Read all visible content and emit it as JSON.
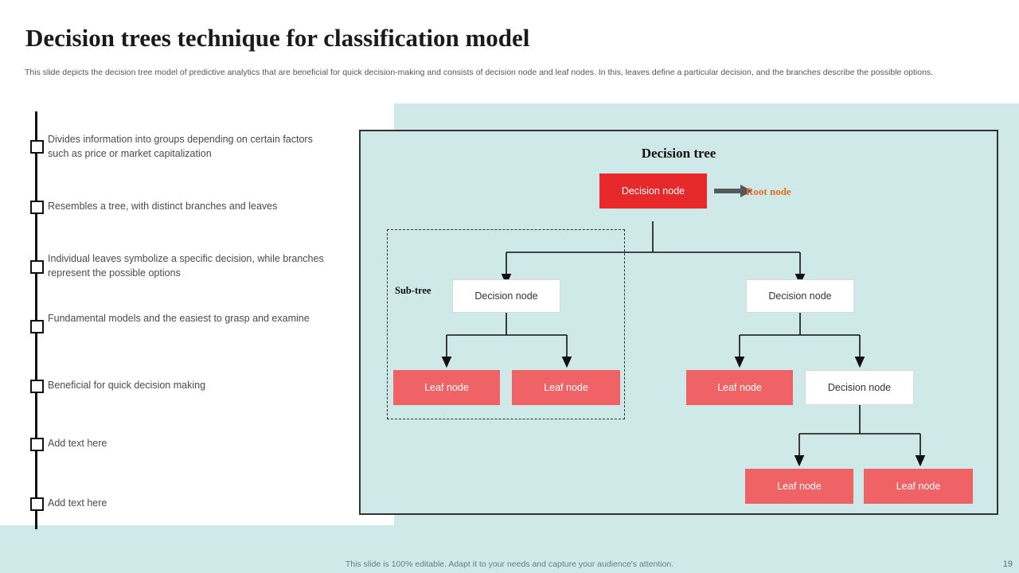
{
  "header": {
    "title": "Decision trees technique for classification model",
    "subtitle": "This slide depicts the decision tree model of predictive analytics that are beneficial for quick decision-making and consists of decision node and leaf nodes. In this, leaves define a particular decision, and the branches describe the possible options."
  },
  "bullets": [
    {
      "text": "Divides information into groups depending on certain factors such as price or market capitalization"
    },
    {
      "text": "Resembles a tree, with distinct branches and leaves"
    },
    {
      "text": "Individual leaves symbolize a specific decision, while branches represent the possible options"
    },
    {
      "text": "Fundamental models and the easiest to grasp and examine"
    },
    {
      "text": "Beneficial for quick decision making"
    },
    {
      "text": "Add text here"
    },
    {
      "text": "Add text here"
    }
  ],
  "diagram": {
    "title": "Decision tree",
    "root_label": "Root node",
    "subtree_label": "Sub-tree",
    "nodes": [
      {
        "id": "root",
        "label": "Decision node"
      },
      {
        "id": "dec-left",
        "label": "Decision node"
      },
      {
        "id": "dec-right",
        "label": "Decision node"
      },
      {
        "id": "leaf-1",
        "label": "Leaf node"
      },
      {
        "id": "leaf-2",
        "label": "Leaf node"
      },
      {
        "id": "leaf-3",
        "label": "Leaf node"
      },
      {
        "id": "dec-sub",
        "label": "Decision node"
      },
      {
        "id": "leaf-4",
        "label": "Leaf node"
      },
      {
        "id": "leaf-5",
        "label": "Leaf node"
      }
    ]
  },
  "footer": {
    "note": "This slide is 100% editable. Adapt it to your needs and capture your audience's attention.",
    "page": "19"
  },
  "colors": {
    "background": "#cfe9e8",
    "root_node": "#e8292b",
    "leaf_node": "#ef6366",
    "root_label": "#e06c1f",
    "line": "#111111"
  }
}
